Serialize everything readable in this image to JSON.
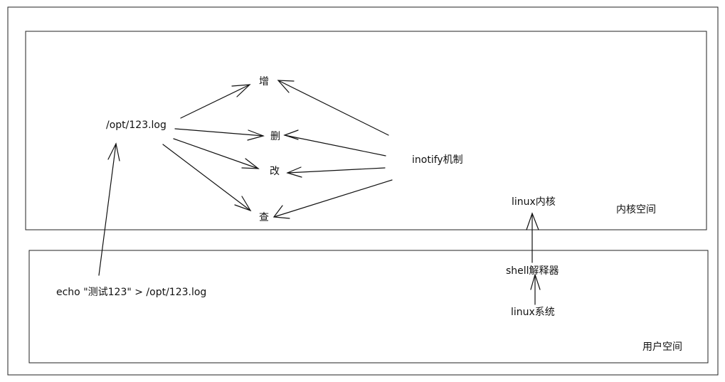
{
  "diagram": {
    "labels": {
      "file_path": "/opt/123.log",
      "op_add": "增",
      "op_delete": "删",
      "op_modify": "改",
      "op_query": "查",
      "inotify": "inotify机制",
      "kernel": "linux内核",
      "kernel_space": "内核空间",
      "shell": "shell解释器",
      "linux_system": "linux系统",
      "user_space": "用户空间",
      "echo_command": "echo \"测试123\" > /opt/123.log"
    }
  }
}
